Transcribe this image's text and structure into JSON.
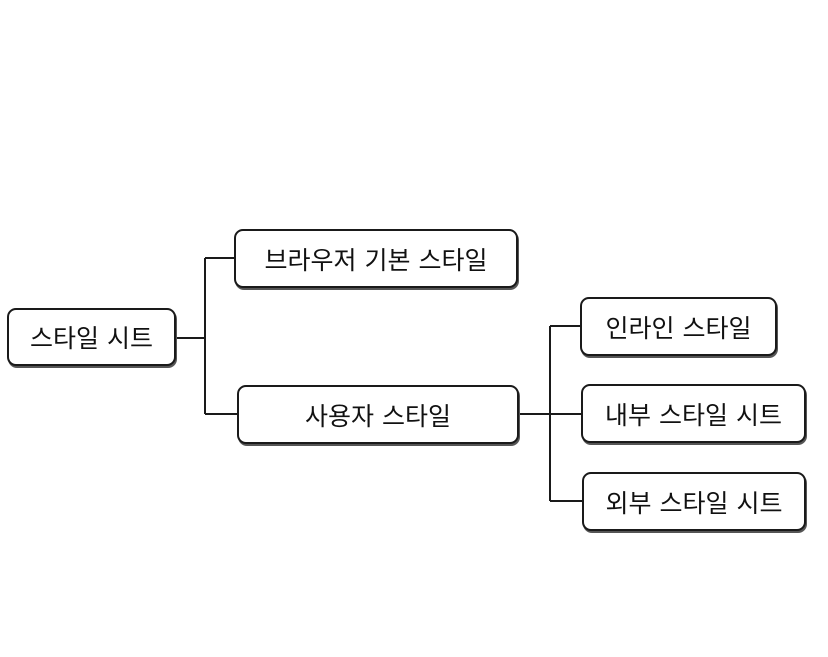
{
  "diagram": {
    "type": "tree",
    "colors": {
      "line": "#1a1a1a",
      "box_border": "#1a1a1a",
      "box_fill": "#ffffff",
      "text": "#111111"
    },
    "nodes": {
      "root": "스타일 시트",
      "browser_default": "브라우저 기본 스타일",
      "user_style": "사용자 스타일",
      "inline_style": "인라인 스타일",
      "internal_style": "내부 스타일 시트",
      "external_style": "외부 스타일 시트"
    },
    "edges": [
      [
        "root",
        "browser_default"
      ],
      [
        "root",
        "user_style"
      ],
      [
        "user_style",
        "inline_style"
      ],
      [
        "user_style",
        "internal_style"
      ],
      [
        "user_style",
        "external_style"
      ]
    ]
  }
}
